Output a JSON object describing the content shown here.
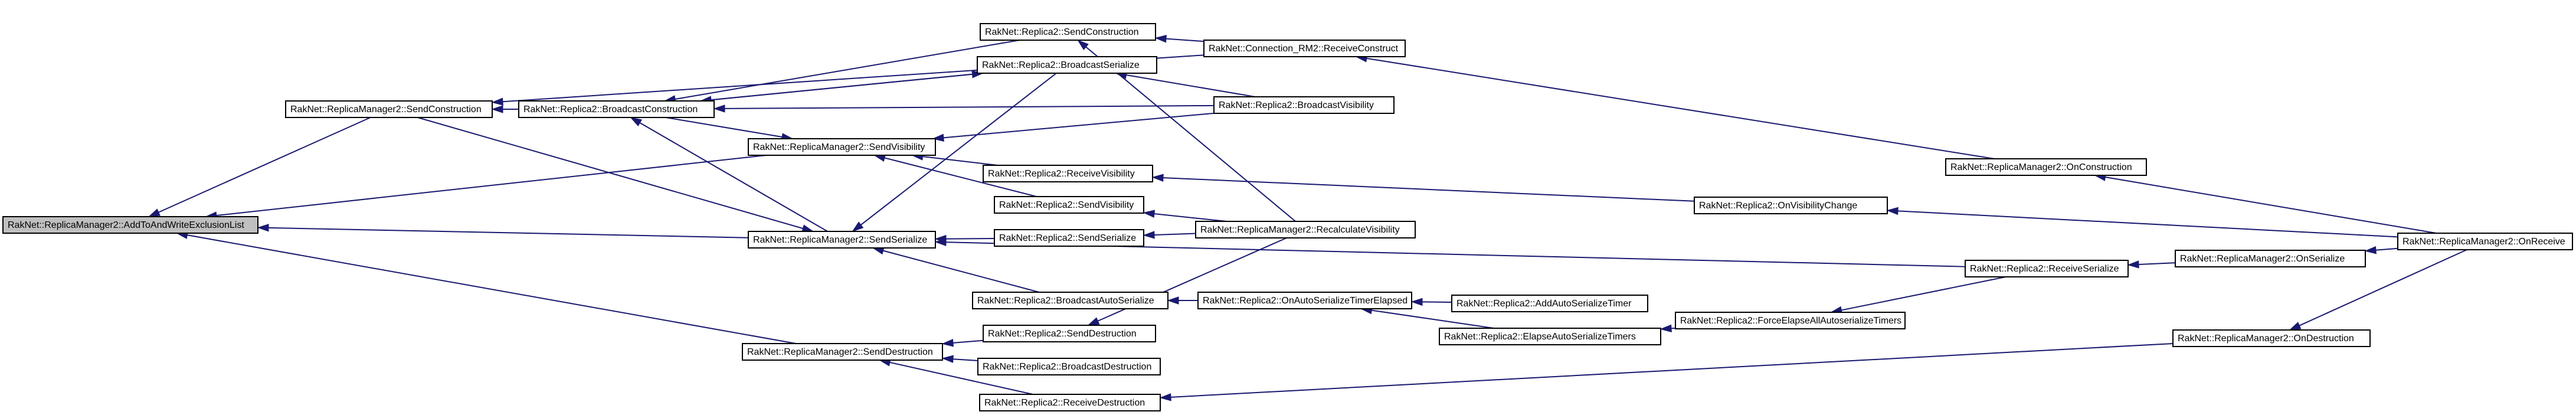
{
  "diagram": {
    "nodes": [
      {
        "id": "n0",
        "label": "RakNet::ReplicaManager2::AddToAndWriteExclusionList",
        "root": true
      },
      {
        "id": "n1",
        "label": "RakNet::ReplicaManager2::SendConstruction"
      },
      {
        "id": "n2",
        "label": "RakNet::Replica2::BroadcastConstruction"
      },
      {
        "id": "n3",
        "label": "RakNet::ReplicaManager2::SendVisibility"
      },
      {
        "id": "n4",
        "label": "RakNet::ReplicaManager2::SendSerialize"
      },
      {
        "id": "n5",
        "label": "RakNet::ReplicaManager2::SendDestruction"
      },
      {
        "id": "n6",
        "label": "RakNet::Replica2::SendConstruction"
      },
      {
        "id": "n7",
        "label": "RakNet::Replica2::BroadcastSerialize"
      },
      {
        "id": "n8",
        "label": "RakNet::Replica2::BroadcastVisibility"
      },
      {
        "id": "n9",
        "label": "RakNet::Replica2::ReceiveVisibility"
      },
      {
        "id": "n10",
        "label": "RakNet::Replica2::SendVisibility"
      },
      {
        "id": "n11",
        "label": "RakNet::Replica2::SendSerialize"
      },
      {
        "id": "n12",
        "label": "RakNet::Replica2::BroadcastAutoSerialize"
      },
      {
        "id": "n13",
        "label": "RakNet::Replica2::SendDestruction"
      },
      {
        "id": "n14",
        "label": "RakNet::Replica2::BroadcastDestruction"
      },
      {
        "id": "n15",
        "label": "RakNet::Replica2::ReceiveDestruction"
      },
      {
        "id": "n16",
        "label": "RakNet::Connection_RM2::ReceiveConstruct"
      },
      {
        "id": "n17",
        "label": "RakNet::ReplicaManager2::RecalculateVisibility"
      },
      {
        "id": "n18",
        "label": "RakNet::Replica2::OnAutoSerializeTimerElapsed"
      },
      {
        "id": "n19",
        "label": "RakNet::Replica2::AddAutoSerializeTimer"
      },
      {
        "id": "n20",
        "label": "RakNet::Replica2::ElapseAutoSerializeTimers"
      },
      {
        "id": "n21",
        "label": "RakNet::Replica2::OnVisibilityChange"
      },
      {
        "id": "n22",
        "label": "RakNet::Replica2::ForceElapseAllAutoserializeTimers"
      },
      {
        "id": "n23",
        "label": "RakNet::ReplicaManager2::OnConstruction"
      },
      {
        "id": "n24",
        "label": "RakNet::Replica2::ReceiveSerialize"
      },
      {
        "id": "n25",
        "label": "RakNet::ReplicaManager2::OnSerialize"
      },
      {
        "id": "n26",
        "label": "RakNet::ReplicaManager2::OnDestruction"
      },
      {
        "id": "n27",
        "label": "RakNet::ReplicaManager2::OnReceive"
      }
    ],
    "edges": [
      {
        "from": "n1",
        "to": "n0"
      },
      {
        "from": "n3",
        "to": "n0"
      },
      {
        "from": "n4",
        "to": "n0"
      },
      {
        "from": "n5",
        "to": "n0"
      },
      {
        "from": "n2",
        "to": "n1"
      },
      {
        "from": "n16",
        "to": "n1"
      },
      {
        "from": "n6",
        "to": "n2"
      },
      {
        "from": "n7",
        "to": "n2"
      },
      {
        "from": "n8",
        "to": "n2"
      },
      {
        "from": "n4",
        "to": "n2"
      },
      {
        "from": "n2",
        "to": "n3"
      },
      {
        "from": "n8",
        "to": "n3"
      },
      {
        "from": "n9",
        "to": "n3"
      },
      {
        "from": "n10",
        "to": "n3"
      },
      {
        "from": "n1",
        "to": "n4"
      },
      {
        "from": "n7",
        "to": "n4"
      },
      {
        "from": "n11",
        "to": "n4"
      },
      {
        "from": "n12",
        "to": "n4"
      },
      {
        "from": "n24",
        "to": "n4"
      },
      {
        "from": "n13",
        "to": "n5"
      },
      {
        "from": "n14",
        "to": "n5"
      },
      {
        "from": "n15",
        "to": "n5"
      },
      {
        "from": "n16",
        "to": "n6"
      },
      {
        "from": "n17",
        "to": "n6"
      },
      {
        "from": "n2",
        "to": "n7"
      },
      {
        "from": "n8",
        "to": "n7"
      },
      {
        "from": "n21",
        "to": "n9"
      },
      {
        "from": "n17",
        "to": "n10"
      },
      {
        "from": "n17",
        "to": "n11"
      },
      {
        "from": "n18",
        "to": "n12"
      },
      {
        "from": "n17",
        "to": "n13"
      },
      {
        "from": "n26",
        "to": "n15"
      },
      {
        "from": "n23",
        "to": "n16"
      },
      {
        "from": "n19",
        "to": "n18"
      },
      {
        "from": "n20",
        "to": "n18"
      },
      {
        "from": "n22",
        "to": "n20"
      },
      {
        "from": "n27",
        "to": "n21"
      },
      {
        "from": "n24",
        "to": "n22"
      },
      {
        "from": "n27",
        "to": "n23"
      },
      {
        "from": "n25",
        "to": "n24"
      },
      {
        "from": "n27",
        "to": "n25"
      },
      {
        "from": "n27",
        "to": "n26"
      }
    ],
    "colors": {
      "edge": "#191970",
      "root_fill": "#bfbfbf",
      "node_fill": "#ffffff",
      "node_border": "#000000"
    }
  }
}
